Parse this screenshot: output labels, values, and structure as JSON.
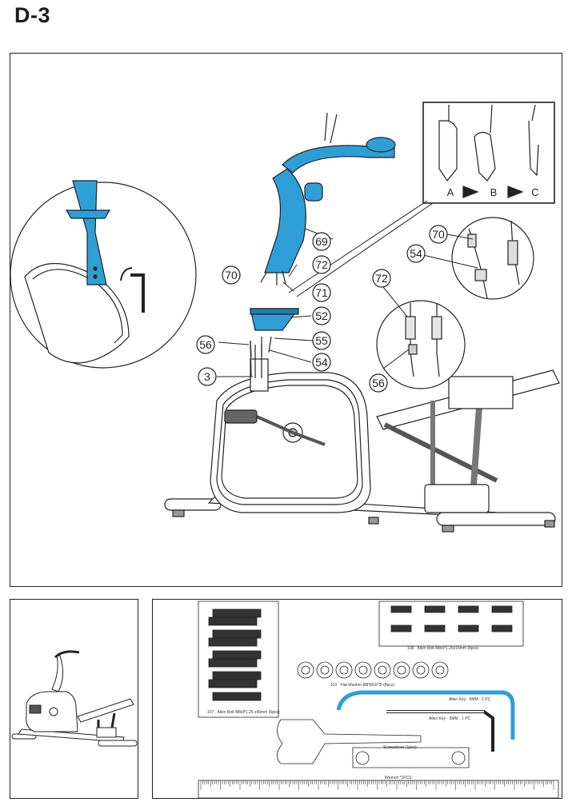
{
  "step_title": "D-3",
  "callouts": {
    "c69": "69",
    "c70": "70",
    "c72": "72",
    "c71": "71",
    "c52": "52",
    "c55": "55",
    "c56": "56",
    "c54": "54",
    "c3": "3",
    "d70": "70",
    "d54": "54",
    "d72": "72",
    "d56": "56"
  },
  "sequence": {
    "a": "A",
    "b": "B",
    "c": "C"
  },
  "parts": {
    "p107": "107 · Allen Bolt M8xP1.25 x45mm (6pcs)",
    "p108": "108 · Allen Bolt M8xP1.25x16mm (8pcs)",
    "p110": "110 · Flat Washer Ø8*Ø16*2t (8pcs)",
    "allen_6": "Allen Key · 6MM · 1 PC",
    "allen_5": "Allen Key · 5MM · 1 PC",
    "screwdriver": "Screwdriver (1pcs)",
    "wrench": "Wrench *1PCS"
  },
  "colors": {
    "highlight": "#2e9fd6",
    "line": "#222222"
  }
}
